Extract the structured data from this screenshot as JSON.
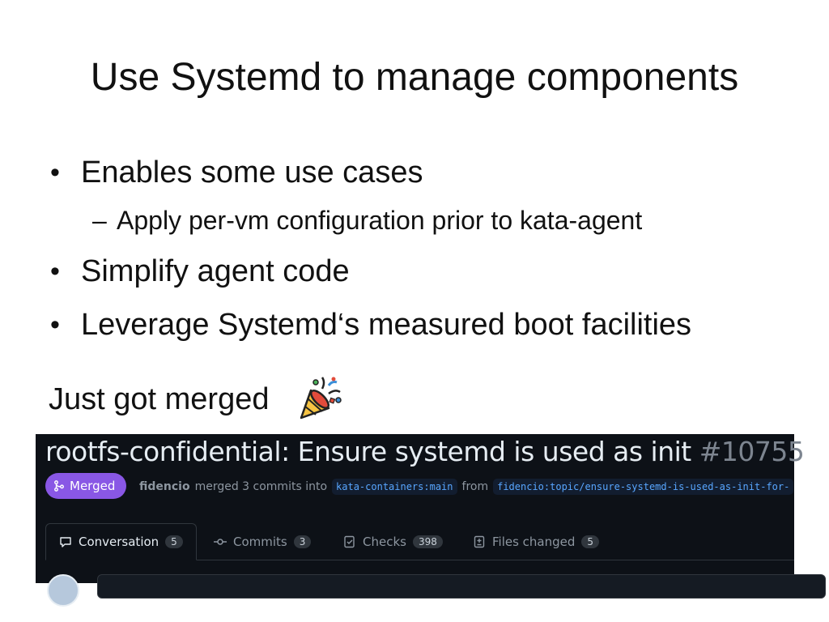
{
  "slide": {
    "title": "Use Systemd to manage components",
    "bullets": [
      {
        "text": "Enables some use cases"
      },
      {
        "text": "Simplify agent code"
      },
      {
        "text": "Leverage Systemd‘s measured boot facilities"
      }
    ],
    "sub_bullet": "Apply per-vm configuration prior to kata-agent",
    "bullet_char": "•",
    "dash_char": "–",
    "footer_text": "Just got merged",
    "footer_icon": "party-popper-icon"
  },
  "pr": {
    "title": "rootfs-confidential: Ensure systemd is used as init",
    "number": "#10755",
    "status_label": "Merged",
    "author": "fidencio",
    "merge_text": "merged 3 commits into",
    "base_branch": "kata-containers:main",
    "from_text": "from",
    "head_branch": "fidencio:topic/ensure-systemd-is-used-as-init-for-",
    "tabs": [
      {
        "label": "Conversation",
        "count": "5",
        "icon": "comment-icon"
      },
      {
        "label": "Commits",
        "count": "3",
        "icon": "commit-icon"
      },
      {
        "label": "Checks",
        "count": "398",
        "icon": "checklist-icon"
      },
      {
        "label": "Files changed",
        "count": "5",
        "icon": "diff-icon"
      }
    ],
    "colors": {
      "background": "#0d1117",
      "merged": "#8957e5",
      "branch_text": "#58a6ff"
    }
  }
}
